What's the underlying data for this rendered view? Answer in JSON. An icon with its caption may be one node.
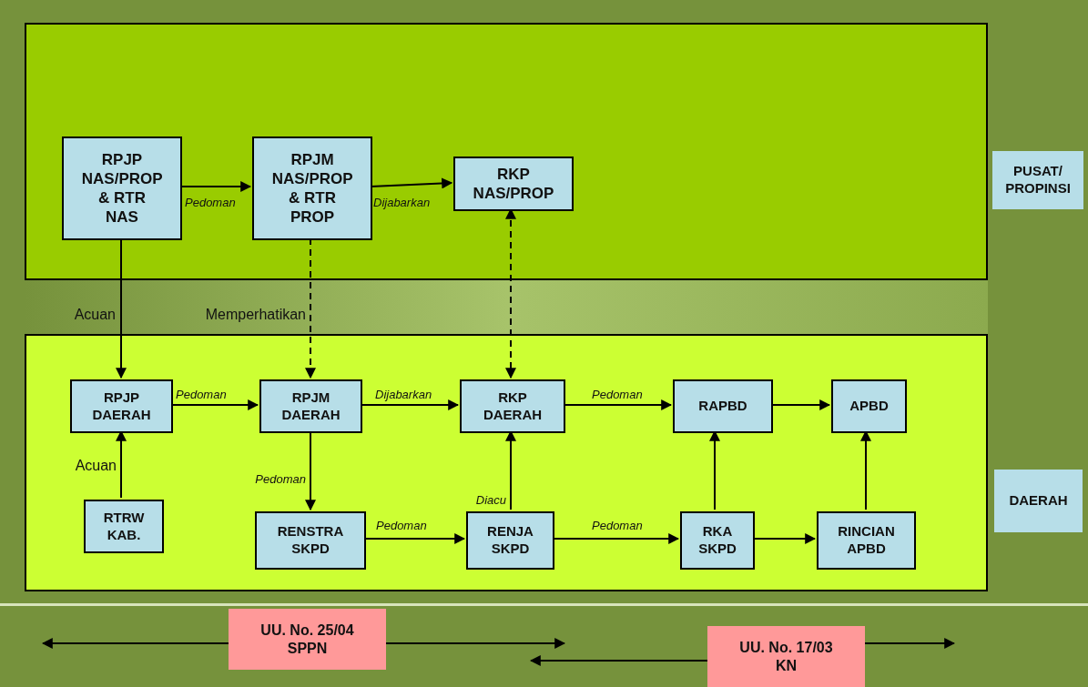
{
  "diagram": {
    "nodes": [
      {
        "text": [],
        "shape": "box"
      },
      {
        "text": [
          "RPJP NAS/PROP & RTR NAS"
        ],
        "in": 0
      },
      {
        "text": [
          "RPJM NAS/PROP & RTR PROP"
        ],
        "in": 0
      },
      {
        "text": [
          "RKP NAS/PROP"
        ],
        "in": 0
      },
      {
        "text": [
          "PUSAT/ PROPINSI"
        ]
      },
      {
        "text": [],
        "shape": "box"
      },
      {
        "text": [
          "RPJP DAERAH"
        ],
        "in": 5
      },
      {
        "text": [
          "RPJM DAERAH"
        ],
        "in": 5
      },
      {
        "text": [
          "RKP DAERAH"
        ],
        "in": 5
      },
      {
        "text": [
          "RAPBD"
        ],
        "in": 5
      },
      {
        "text": [
          "APBD"
        ],
        "in": 5
      },
      {
        "text": [
          "RTRW KAB."
        ],
        "in": 5
      },
      {
        "text": [
          "RENSTRA SKPD"
        ],
        "in": 5
      },
      {
        "text": [
          "RENJA SKPD"
        ],
        "in": 5
      },
      {
        "text": [
          "RKA SKPD"
        ],
        "in": 5
      },
      {
        "text": [
          "RINCIAN APBD"
        ],
        "in": 5
      },
      {
        "text": [
          "DAERAH"
        ]
      },
      {
        "text": [
          "UU. No. 25/04 SPPN"
        ]
      },
      {
        "text": [
          "UU. No. 17/03 KN"
        ]
      }
    ],
    "edges": [
      {
        "from": 1,
        "to": 2,
        "arrow": "to",
        "label": "Pedoman"
      },
      {
        "from": 2,
        "to": 3,
        "arrow": "to",
        "label": "Dijabarkan"
      },
      {
        "from": 1,
        "to": 6,
        "arrow": "to",
        "label": "Acuan"
      },
      {
        "from": 2,
        "to": 7,
        "arrow": "to",
        "label": "Memperhatikan",
        "style": "dashed"
      },
      {
        "from": 3,
        "to": 8,
        "arrow": "both",
        "style": "dashed"
      },
      {
        "from": 6,
        "to": 7,
        "arrow": "to",
        "label": "Pedoman"
      },
      {
        "from": 7,
        "to": 8,
        "arrow": "to",
        "label": "Dijabarkan"
      },
      {
        "from": 8,
        "to": 9,
        "arrow": "to",
        "label": "Pedoman"
      },
      {
        "from": 9,
        "to": 10,
        "arrow": "to"
      },
      {
        "from": 11,
        "to": 6,
        "arrow": "to",
        "label": "Acuan"
      },
      {
        "from": 7,
        "to": 12,
        "arrow": "to",
        "label": "Pedoman"
      },
      {
        "from": 12,
        "to": 13,
        "arrow": "to",
        "label": "Pedoman"
      },
      {
        "from": 13,
        "to": 8,
        "arrow": "to",
        "label": "Diacu"
      },
      {
        "from": 13,
        "to": 14,
        "arrow": "to",
        "label": "Pedoman"
      },
      {
        "from": 14,
        "to": 15,
        "arrow": "to"
      },
      {
        "from": 14,
        "to": 9,
        "arrow": "to"
      },
      {
        "from": 15,
        "to": 10,
        "arrow": "to"
      },
      {
        "from": 17,
        "to": null,
        "arrow": "to"
      },
      {
        "from": 17,
        "to": null,
        "arrow": "to"
      },
      {
        "from": 18,
        "to": null,
        "arrow": "to"
      },
      {
        "from": 18,
        "to": null,
        "arrow": "to"
      }
    ]
  }
}
